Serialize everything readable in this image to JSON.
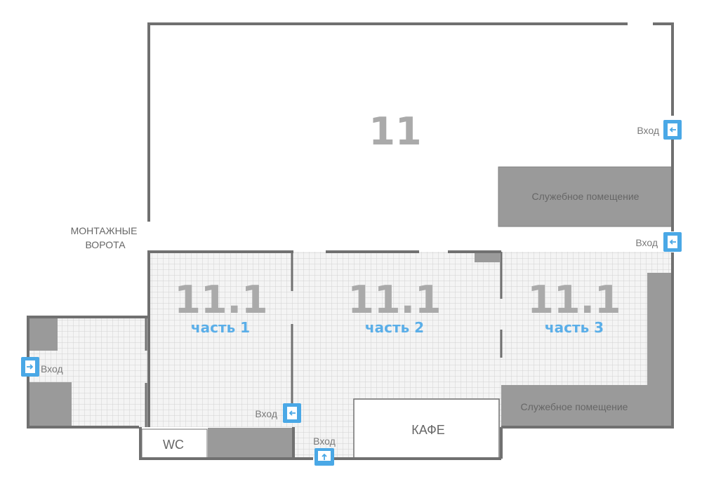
{
  "colors": {
    "wall": "#707070",
    "grid_fill": "#f4f4f4",
    "grid_line": "#d2d2d2",
    "service_room": "#9a9a9a",
    "hall_number": "#aaaaaa",
    "part_label": "#5aaee8",
    "door_icon": "#4aa8e6",
    "label_text": "#666666"
  },
  "hall_main": {
    "number": "11"
  },
  "hall_sub": {
    "number": "11.1",
    "parts": [
      {
        "number": "11.1",
        "label": "часть 1"
      },
      {
        "number": "11.1",
        "label": "часть 2"
      },
      {
        "number": "11.1",
        "label": "часть 3"
      }
    ]
  },
  "rooms": {
    "service_upper": "Служебное помещение",
    "service_lower": "Служебное помещение",
    "cafe": "КАФЕ",
    "wc": "WC"
  },
  "gate": {
    "line1": "МОНТАЖНЫЕ",
    "line2": "ВОРОТА"
  },
  "entrances": {
    "label": "Вход",
    "icon": "door-enter-icon",
    "items": [
      {
        "id": "right-upper",
        "label": "Вход"
      },
      {
        "id": "right-middle",
        "label": "Вход"
      },
      {
        "id": "left",
        "label": "Вход"
      },
      {
        "id": "center",
        "label": "Вход"
      },
      {
        "id": "bottom",
        "label": "Вход"
      }
    ]
  }
}
